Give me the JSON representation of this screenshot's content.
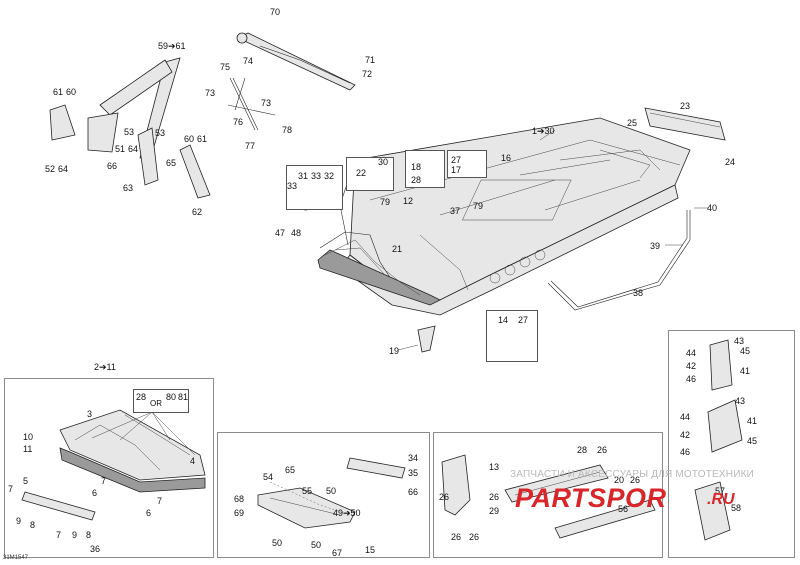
{
  "figure_id": "31M1547",
  "watermark": {
    "line1": "ЗАПЧАСТИ И АКСЕССУАРЫ ДЛЯ МОТОТЕХНИКИ",
    "logo": "PARTSPOR",
    "tld": ".RU"
  },
  "or_label": "OR",
  "callouts": [
    {
      "id": "c1",
      "text": "1➔30"
    },
    {
      "id": "c2",
      "text": "2➔11"
    },
    {
      "id": "c3",
      "text": "59➔61"
    },
    {
      "id": "c4",
      "text": "49➔50"
    },
    {
      "id": "c70",
      "text": "70"
    },
    {
      "id": "c71",
      "text": "71"
    },
    {
      "id": "c72",
      "text": "72"
    },
    {
      "id": "c74",
      "text": "74"
    },
    {
      "id": "c75",
      "text": "75"
    },
    {
      "id": "c73a",
      "text": "73"
    },
    {
      "id": "c73b",
      "text": "73"
    },
    {
      "id": "c76",
      "text": "76"
    },
    {
      "id": "c78",
      "text": "78"
    },
    {
      "id": "c77",
      "text": "77"
    },
    {
      "id": "c61a",
      "text": "61"
    },
    {
      "id": "c60a",
      "text": "60"
    },
    {
      "id": "c53a",
      "text": "53"
    },
    {
      "id": "c53b",
      "text": "53"
    },
    {
      "id": "c51",
      "text": "51"
    },
    {
      "id": "c64a",
      "text": "64"
    },
    {
      "id": "c66",
      "text": "66"
    },
    {
      "id": "c52",
      "text": "52"
    },
    {
      "id": "c64b",
      "text": "64"
    },
    {
      "id": "c63",
      "text": "63"
    },
    {
      "id": "c65",
      "text": "65"
    },
    {
      "id": "c60b",
      "text": "60"
    },
    {
      "id": "c61b",
      "text": "61"
    },
    {
      "id": "c62",
      "text": "62"
    },
    {
      "id": "c30",
      "text": "30"
    },
    {
      "id": "c22",
      "text": "22"
    },
    {
      "id": "c18",
      "text": "18"
    },
    {
      "id": "c28a",
      "text": "28"
    },
    {
      "id": "c27a",
      "text": "27"
    },
    {
      "id": "c17",
      "text": "17"
    },
    {
      "id": "c31",
      "text": "31"
    },
    {
      "id": "c33a",
      "text": "33"
    },
    {
      "id": "c32",
      "text": "32"
    },
    {
      "id": "c33b",
      "text": "33"
    },
    {
      "id": "c79a",
      "text": "79"
    },
    {
      "id": "c12",
      "text": "12"
    },
    {
      "id": "c37",
      "text": "37"
    },
    {
      "id": "c79b",
      "text": "79"
    },
    {
      "id": "c16",
      "text": "16"
    },
    {
      "id": "c23",
      "text": "23"
    },
    {
      "id": "c25",
      "text": "25"
    },
    {
      "id": "c24",
      "text": "24"
    },
    {
      "id": "c40",
      "text": "40"
    },
    {
      "id": "c39",
      "text": "39"
    },
    {
      "id": "c38",
      "text": "38"
    },
    {
      "id": "c47",
      "text": "47"
    },
    {
      "id": "c48",
      "text": "48"
    },
    {
      "id": "c21",
      "text": "21"
    },
    {
      "id": "c14",
      "text": "14"
    },
    {
      "id": "c27b",
      "text": "27"
    },
    {
      "id": "c19",
      "text": "19"
    },
    {
      "id": "c43a",
      "text": "43"
    },
    {
      "id": "c44a",
      "text": "44"
    },
    {
      "id": "c45a",
      "text": "45"
    },
    {
      "id": "c42a",
      "text": "42"
    },
    {
      "id": "c41a",
      "text": "41"
    },
    {
      "id": "c46a",
      "text": "46"
    },
    {
      "id": "c43b",
      "text": "43"
    },
    {
      "id": "c44b",
      "text": "44"
    },
    {
      "id": "c41b",
      "text": "41"
    },
    {
      "id": "c42b",
      "text": "42"
    },
    {
      "id": "c45b",
      "text": "45"
    },
    {
      "id": "c46b",
      "text": "46"
    },
    {
      "id": "c28b",
      "text": "28"
    },
    {
      "id": "c80",
      "text": "80"
    },
    {
      "id": "c81",
      "text": "81"
    },
    {
      "id": "c3p",
      "text": "3"
    },
    {
      "id": "c10",
      "text": "10"
    },
    {
      "id": "c11",
      "text": "11"
    },
    {
      "id": "c4p",
      "text": "4"
    },
    {
      "id": "c5",
      "text": "5"
    },
    {
      "id": "c7a",
      "text": "7"
    },
    {
      "id": "c9a",
      "text": "9"
    },
    {
      "id": "c8a",
      "text": "8"
    },
    {
      "id": "c6a",
      "text": "6"
    },
    {
      "id": "c7b",
      "text": "7"
    },
    {
      "id": "c6b",
      "text": "6"
    },
    {
      "id": "c7c",
      "text": "7"
    },
    {
      "id": "c7d",
      "text": "7"
    },
    {
      "id": "c9b",
      "text": "9"
    },
    {
      "id": "c8b",
      "text": "8"
    },
    {
      "id": "c36",
      "text": "36"
    },
    {
      "id": "c34",
      "text": "34"
    },
    {
      "id": "c35",
      "text": "35"
    },
    {
      "id": "c66b",
      "text": "66"
    },
    {
      "id": "c54",
      "text": "54"
    },
    {
      "id": "c65b",
      "text": "65"
    },
    {
      "id": "c68",
      "text": "68"
    },
    {
      "id": "c55",
      "text": "55"
    },
    {
      "id": "c50a",
      "text": "50"
    },
    {
      "id": "c69",
      "text": "69"
    },
    {
      "id": "c50b",
      "text": "50"
    },
    {
      "id": "c50c",
      "text": "50"
    },
    {
      "id": "c67",
      "text": "67"
    },
    {
      "id": "c15",
      "text": "15"
    },
    {
      "id": "c28c",
      "text": "28"
    },
    {
      "id": "c26a",
      "text": "26"
    },
    {
      "id": "c13",
      "text": "13"
    },
    {
      "id": "c26b",
      "text": "26"
    },
    {
      "id": "c20",
      "text": "20"
    },
    {
      "id": "c26c",
      "text": "26"
    },
    {
      "id": "c26d",
      "text": "26"
    },
    {
      "id": "c29",
      "text": "29"
    },
    {
      "id": "c26e",
      "text": "26"
    },
    {
      "id": "c26f",
      "text": "26"
    },
    {
      "id": "c56",
      "text": "56"
    },
    {
      "id": "c57",
      "text": "57"
    },
    {
      "id": "c58",
      "text": "58"
    }
  ]
}
